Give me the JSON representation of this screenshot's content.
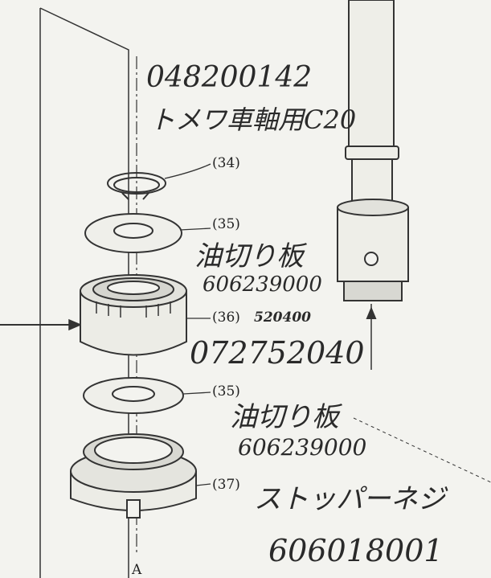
{
  "header_part_no": "048200142",
  "header_part_name": "トメワ車軸用C20",
  "callouts": [
    {
      "ref": "(34)",
      "name": "",
      "part_no": ""
    },
    {
      "ref": "(35)",
      "name": "油切り板",
      "part_no": "606239000"
    },
    {
      "ref": "(36)",
      "extra": "520400",
      "part_no": "072752040"
    },
    {
      "ref": "(35)",
      "name": "油切り板",
      "part_no": "606239000"
    },
    {
      "ref": "(37)",
      "name": "ストッパーネジ",
      "part_no": "606018001"
    }
  ],
  "axis_label": "A",
  "colors": {
    "ink": "#2a2a2a",
    "paper": "#f3f3ef"
  }
}
